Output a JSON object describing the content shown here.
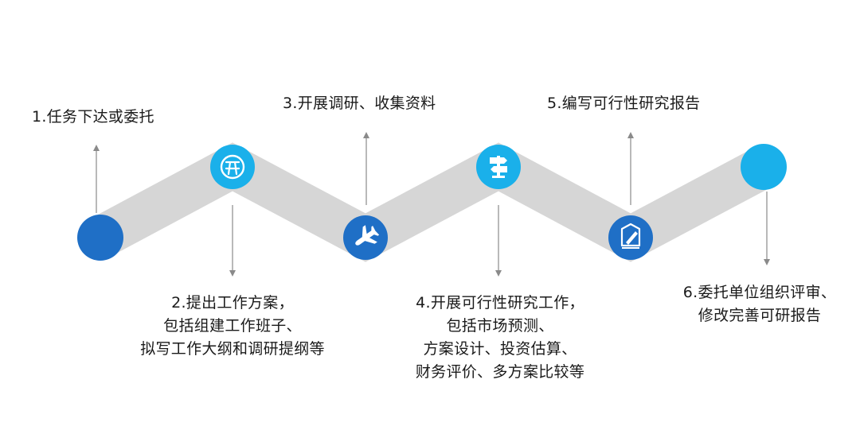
{
  "colors": {
    "dark_blue": "#1f6fc6",
    "light_blue": "#1ab0ea",
    "band": "#d6d6d6",
    "arrow": "#8a8a8a",
    "text": "#1a1a1a"
  },
  "steps": [
    {
      "lines": [
        "1.任务下达或委托"
      ],
      "node_color": "dark_blue",
      "icon": "none"
    },
    {
      "lines": [
        "2.提出工作方案，",
        "包括组建工作班子、",
        "拟写工作大纲和调研提纲等"
      ],
      "node_color": "light_blue",
      "icon": "stamp-icon"
    },
    {
      "lines": [
        "3.开展调研、收集资料"
      ],
      "node_color": "dark_blue",
      "icon": "airplane-icon"
    },
    {
      "lines": [
        "4.开展可行性研究工作，",
        "包括市场预测、",
        "方案设计、投资估算、",
        "财务评价、多方案比较等"
      ],
      "node_color": "light_blue",
      "icon": "signpost-icon"
    },
    {
      "lines": [
        "5.编写可行性研究报告"
      ],
      "node_color": "dark_blue",
      "icon": "pen-nib-icon"
    },
    {
      "lines": [
        "6.委托单位组织评审、",
        "修改完善可研报告"
      ],
      "node_color": "light_blue",
      "icon": "none"
    }
  ]
}
